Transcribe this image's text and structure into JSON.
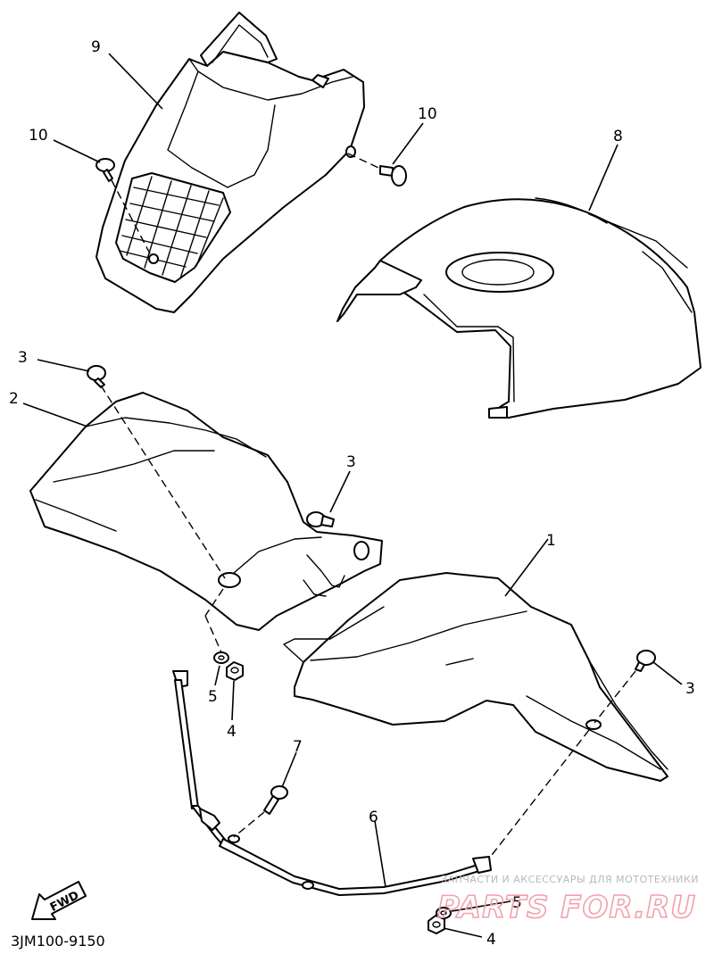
{
  "diagram": {
    "part_code": "3JM100-9150",
    "fwd_label": "FWD",
    "callouts": [
      {
        "id": "c9",
        "label": "9"
      },
      {
        "id": "c10a",
        "label": "10"
      },
      {
        "id": "c10b",
        "label": "10"
      },
      {
        "id": "c8",
        "label": "8"
      },
      {
        "id": "c3a",
        "label": "3"
      },
      {
        "id": "c2",
        "label": "2"
      },
      {
        "id": "c3b",
        "label": "3"
      },
      {
        "id": "c1",
        "label": "1"
      },
      {
        "id": "c3c",
        "label": "3"
      },
      {
        "id": "c5a",
        "label": "5"
      },
      {
        "id": "c4a",
        "label": "4"
      },
      {
        "id": "c7",
        "label": "7"
      },
      {
        "id": "c6",
        "label": "6"
      },
      {
        "id": "c5b",
        "label": "5"
      },
      {
        "id": "c4b",
        "label": "4"
      }
    ]
  },
  "watermark": {
    "tagline": "ЗАПЧАСТИ И АКСЕССУАРЫ ДЛЯ МОТОТЕХНИКИ",
    "brand": "PARTS FOR.RU"
  }
}
